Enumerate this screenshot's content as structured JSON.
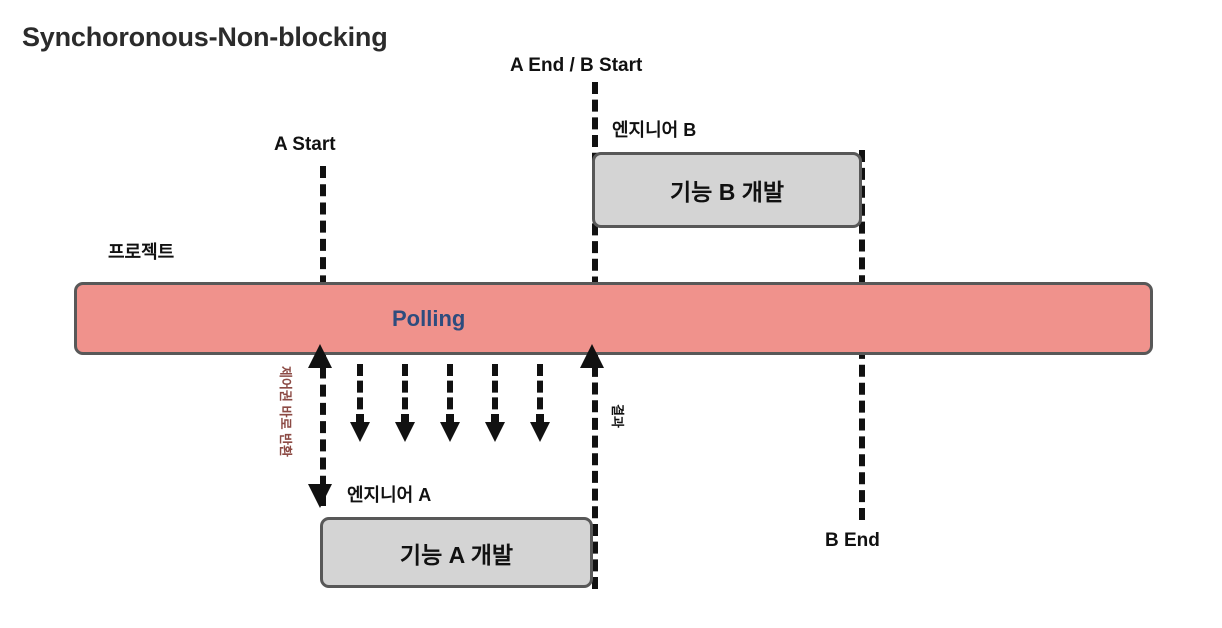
{
  "diagram": {
    "title": "Synchoronous-Non-blocking",
    "labels": {
      "a_start": "A Start",
      "a_end_b_start": "A End / B Start",
      "b_end": "B End",
      "engineer_b": "엔지니어 B",
      "engineer_a": "엔지니어 A",
      "project": "프로젝트",
      "polling": "Polling",
      "control_return": "제어권 바로 반환",
      "result": "결과"
    },
    "boxes": {
      "task_b": "기능 B 개발",
      "task_a": "기능 A 개발"
    },
    "icons": {
      "up_arrow_a_start": "up-arrow-icon",
      "up_arrow_a_end": "up-arrow-icon",
      "down_arrow_control": "down-arrow-icon",
      "poll_arrow": "polling-down-arrow-icon"
    },
    "colors": {
      "project_bar_fill": "#F0928C",
      "task_box_fill": "#D4D4D4",
      "border": "#585858",
      "polling_text": "#2E4C7E",
      "control_return_text": "#8C4A44",
      "line": "#111111",
      "title_text": "#2B2B2B"
    },
    "polling_arrow_count": 5
  }
}
